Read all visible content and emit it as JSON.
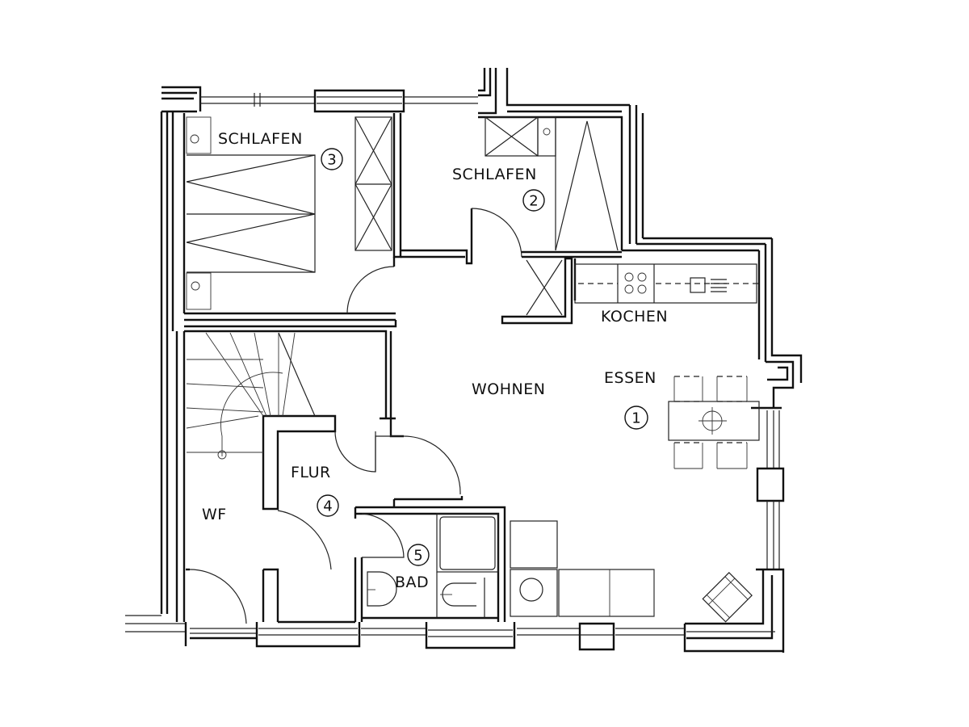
{
  "plan": {
    "type": "floor-plan",
    "rooms": [
      {
        "id": "schlafen-3",
        "label": "SCHLAFEN",
        "number": "3"
      },
      {
        "id": "schlafen-2",
        "label": "SCHLAFEN",
        "number": "2"
      },
      {
        "id": "kochen",
        "label": "KOCHEN"
      },
      {
        "id": "wohnen",
        "label": "WOHNEN"
      },
      {
        "id": "essen",
        "label": "ESSEN",
        "number": "1"
      },
      {
        "id": "flur",
        "label": "FLUR",
        "number": "4"
      },
      {
        "id": "bad",
        "label": "BAD",
        "number": "5"
      },
      {
        "id": "wf",
        "label": "WF"
      }
    ]
  },
  "colors": {
    "ink": "#111111",
    "paper": "#ffffff"
  }
}
